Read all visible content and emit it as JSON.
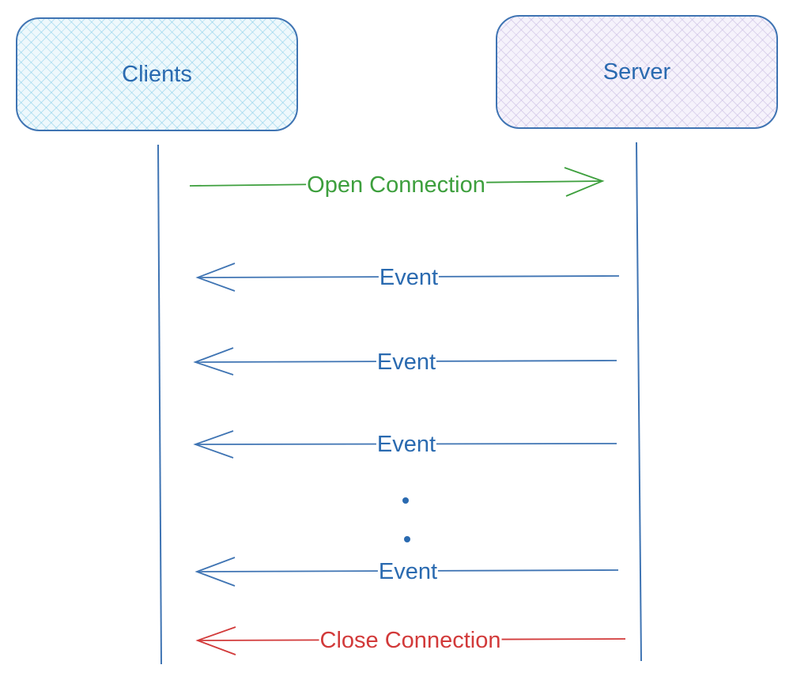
{
  "participants": {
    "clients": "Clients",
    "server": "Server"
  },
  "messages": [
    {
      "label": "Open Connection",
      "direction": "to-server",
      "color": "#3d9f3d"
    },
    {
      "label": "Event",
      "direction": "to-client",
      "color": "#2a6ab0"
    },
    {
      "label": "Event",
      "direction": "to-client",
      "color": "#2a6ab0"
    },
    {
      "label": "Event",
      "direction": "to-client",
      "color": "#2a6ab0"
    },
    {
      "label": "Event",
      "direction": "to-client",
      "color": "#2a6ab0"
    },
    {
      "label": "Close Connection",
      "direction": "to-client",
      "color": "#d23a3a"
    }
  ],
  "colors": {
    "lifeline": "#3f74b3",
    "clients_fill": "#eef8fc",
    "server_fill": "#f5f2fb"
  }
}
